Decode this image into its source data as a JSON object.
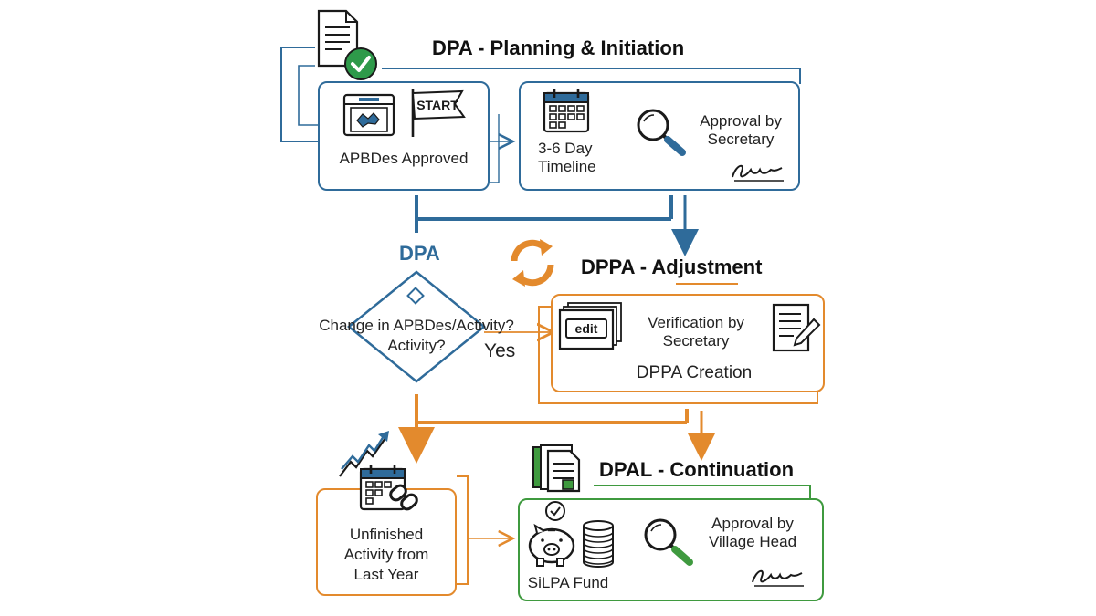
{
  "sections": {
    "planning": {
      "title": "DPA - Planning & Initiation",
      "apbdes_label": "APBDes Approved",
      "start_flag": "START",
      "timeline_label": [
        "3-6 Day",
        "Timeline"
      ],
      "approval_label": [
        "Approval by",
        "Secretary"
      ]
    },
    "decision": {
      "label": "DPA",
      "question": [
        "Change in APBDes/Activity?",
        "Activity?"
      ],
      "yes_label": "Yes"
    },
    "adjustment": {
      "title": "DPPA - Adjustment",
      "edit_label": "edit",
      "verification_label": [
        "Verification by",
        "Secretary"
      ],
      "creation_label": "DPPA Creation"
    },
    "unfinished": {
      "label": [
        "Unfinished",
        "Activity from",
        "Last Year"
      ]
    },
    "continuation": {
      "title": "DPAL - Continuation",
      "fund_label": "SiLPA Fund",
      "approval_label": [
        "Approval by",
        "Village Head"
      ]
    }
  },
  "colors": {
    "blue": "#2f6b9a",
    "orange": "#e38a2d",
    "green": "#3f9a3f",
    "check_green": "#2e9a4a"
  }
}
